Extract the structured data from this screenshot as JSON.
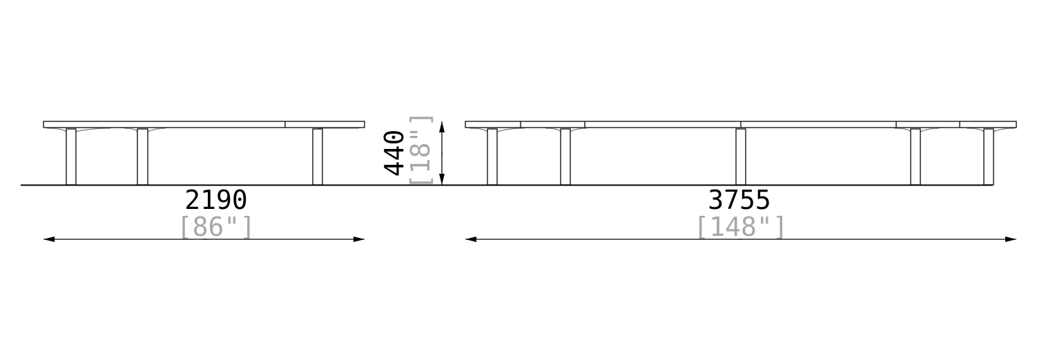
{
  "drawing": {
    "left_bench": {
      "length_mm": "2190",
      "length_in": "[86\"]"
    },
    "right_bench": {
      "length_mm": "3755",
      "length_in": "[148\"]"
    },
    "height": {
      "height_mm": "440",
      "height_in": "[18\"]"
    },
    "colors": {
      "line": "#000000",
      "imperial_text": "#a8a8a8"
    }
  }
}
